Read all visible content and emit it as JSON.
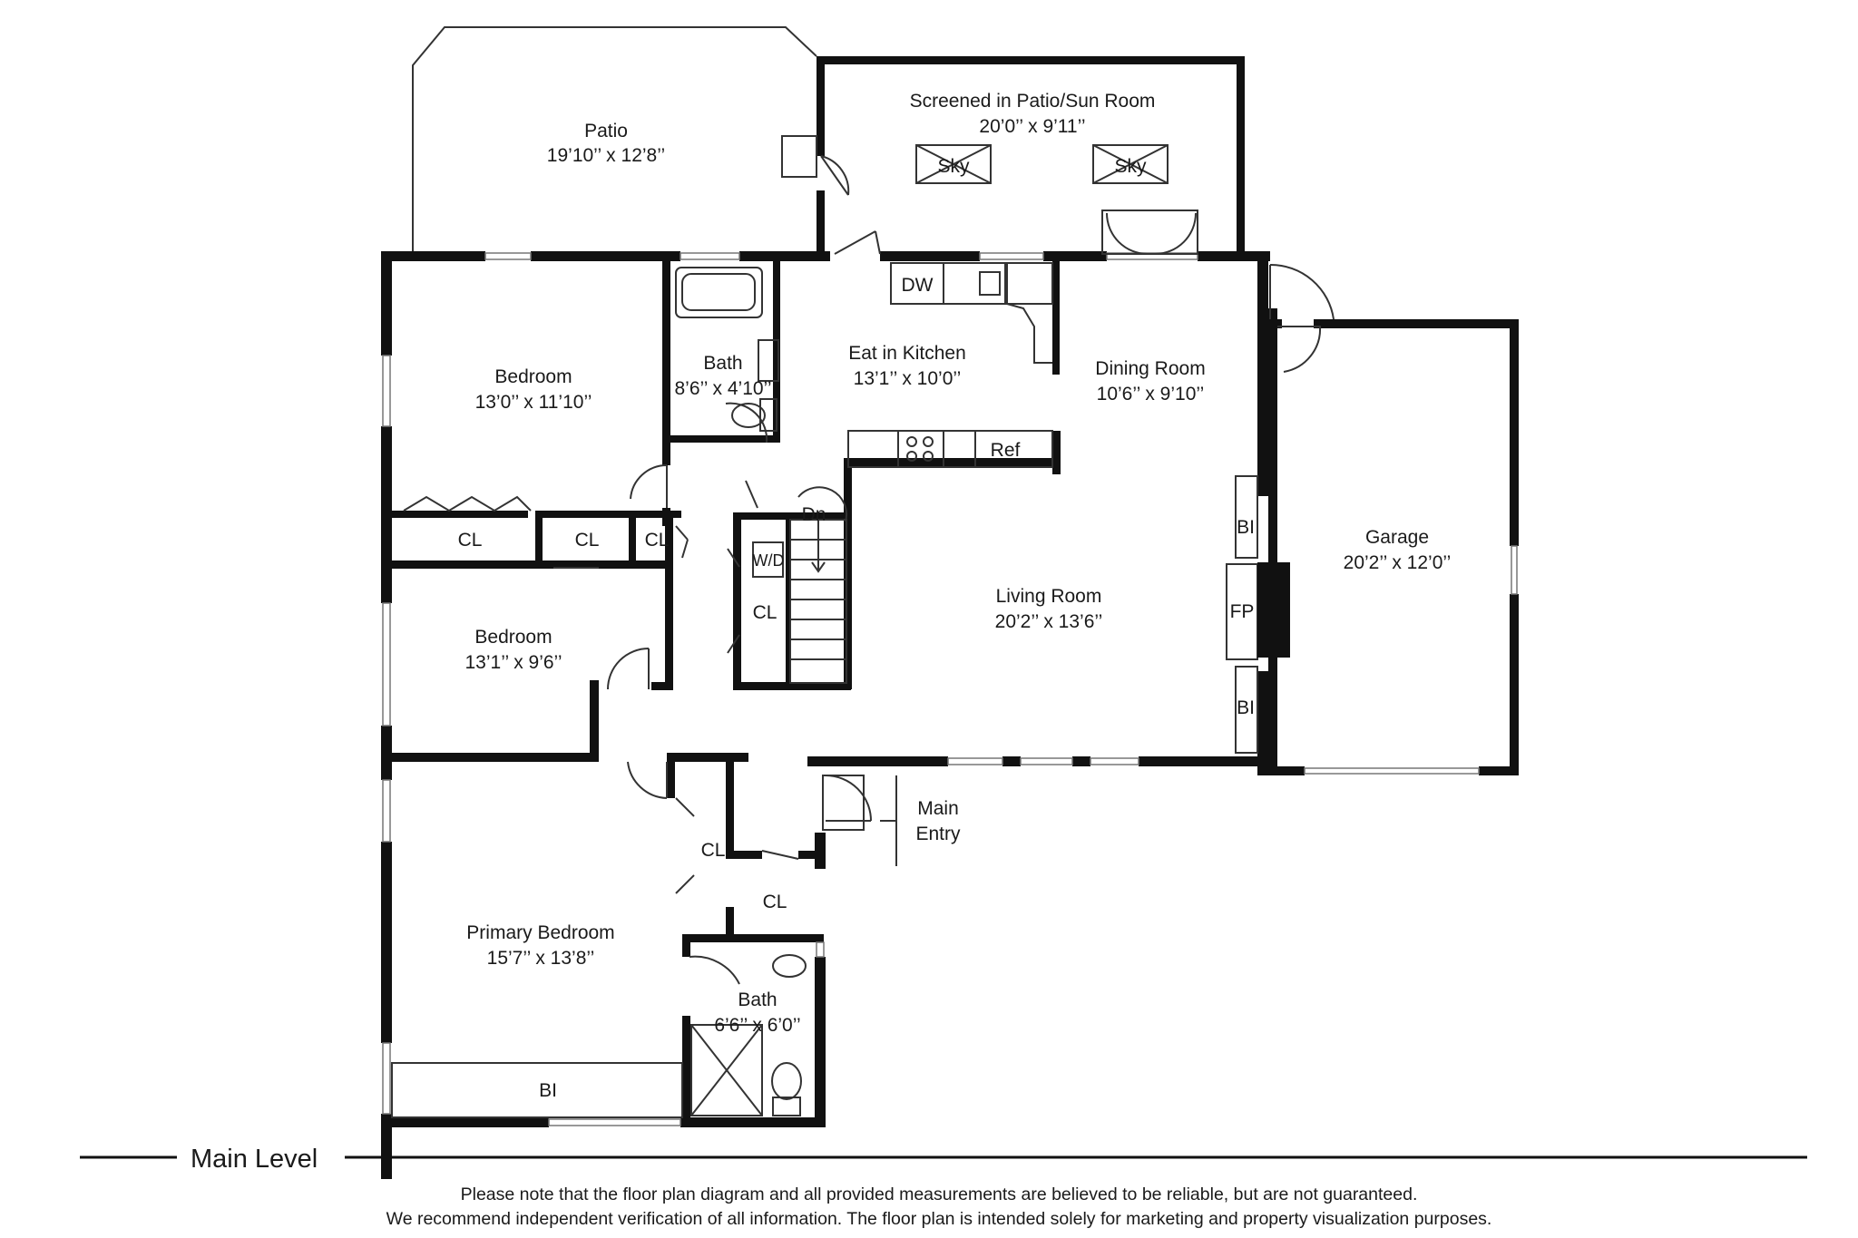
{
  "rooms": {
    "patio": {
      "name": "Patio",
      "dims": "19’10’’ x 12’8’’"
    },
    "sun_room": {
      "name": "Screened in Patio/Sun Room",
      "dims": "20’0’’ x 9’11’’"
    },
    "bedroom_1": {
      "name": "Bedroom",
      "dims": "13’0’’ x 11’10’’"
    },
    "bath_1": {
      "name": "Bath",
      "dims": "8’6’’ x 4’10’’"
    },
    "kitchen": {
      "name": "Eat in Kitchen",
      "dims": "13’1’’ x 10’0’’"
    },
    "dining": {
      "name": "Dining Room",
      "dims": "10’6’’ x 9’10’’"
    },
    "garage": {
      "name": "Garage",
      "dims": "20’2’’ x 12’0’’"
    },
    "bedroom_2": {
      "name": "Bedroom",
      "dims": "13’1’’ x 9’6’’"
    },
    "living": {
      "name": "Living Room",
      "dims": "20’2’’ x 13’6’’"
    },
    "primary_bedroom": {
      "name": "Primary Bedroom",
      "dims": "15’7’’ x 13’8’’"
    },
    "bath_2": {
      "name": "Bath",
      "dims": "6’6’’ x 6’0’’"
    }
  },
  "fixtures": {
    "sky": "Sky",
    "dw": "DW",
    "ref": "Ref",
    "dn": "Dn",
    "wd": "W/D",
    "cl": "CL",
    "bi": "BI",
    "fp": "FP"
  },
  "entry": {
    "line1": "Main",
    "line2": "Entry"
  },
  "level_label": "Main Level",
  "disclaimer": {
    "line1": "Please note that the floor plan diagram and all provided measurements are believed to be reliable, but are not guaranteed.",
    "line2": "We recommend independent verification of all information. The floor plan is intended solely for marketing and property visualization purposes."
  }
}
